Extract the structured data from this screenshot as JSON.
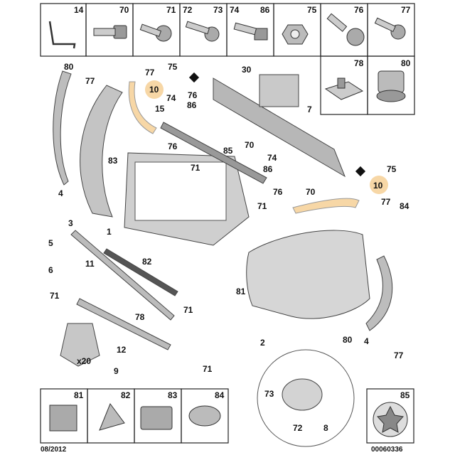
{
  "top_row": [
    "14",
    "70",
    "71",
    "72",
    "73",
    "74",
    "86",
    "75",
    "76",
    "77"
  ],
  "top_row2": [
    "78",
    "80"
  ],
  "bottom_row": [
    "81",
    "82",
    "83",
    "84"
  ],
  "bottom_single": "85",
  "labels": {
    "l80a": "80",
    "l77a": "77",
    "l4a": "4",
    "l5": "5",
    "l3": "3",
    "l6": "6",
    "l71a": "71",
    "l11": "11",
    "l1": "1",
    "l82": "82",
    "l83": "83",
    "l76a": "76",
    "l77b": "77",
    "l10a": "10",
    "l76b": "76",
    "l15": "15",
    "l74a": "74",
    "l86a": "86",
    "l75a": "75",
    "l30": "30",
    "l7": "7",
    "l70a": "70",
    "l85": "85",
    "l74b": "74",
    "l86b": "86",
    "l75b": "75",
    "l10b": "10",
    "l70b": "70",
    "l76c": "76",
    "l71b": "71",
    "l71c": "71",
    "l84": "84",
    "l77c": "77",
    "l81": "81",
    "l71d": "71",
    "l78": "78",
    "l12": "12",
    "l2": "2",
    "l80b": "80",
    "l4b": "4",
    "l77d": "77",
    "l9": "9",
    "l71e": "71",
    "l73": "73",
    "l72": "72",
    "l8": "8"
  },
  "x20": "x20",
  "footer_left": "08/2012",
  "footer_right": "00060336"
}
